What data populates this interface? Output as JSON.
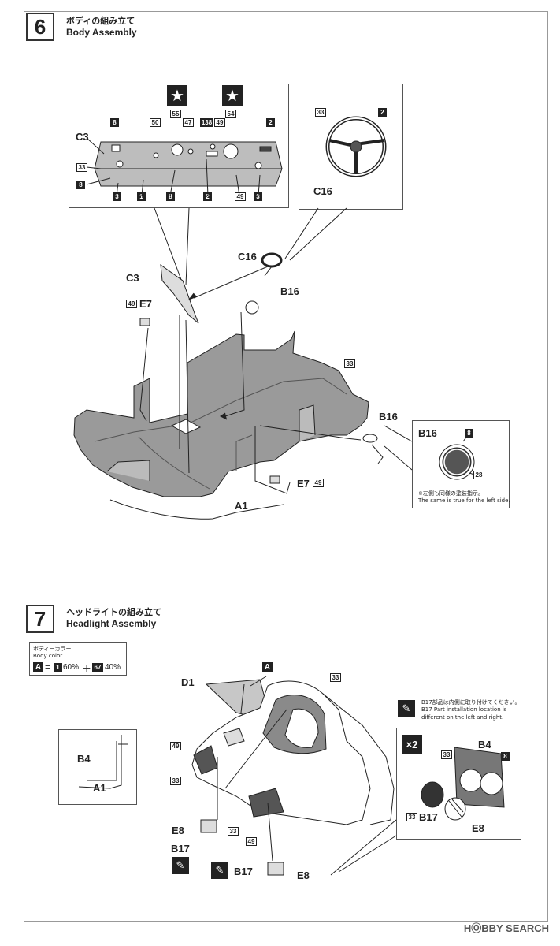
{
  "steps": {
    "body": {
      "num": "6",
      "title_jp": "ボディの組み立て",
      "title_en": "Body Assembly"
    },
    "headlight": {
      "num": "7",
      "title_jp": "ヘッドライトの組み立て",
      "title_en": "Headlight Assembly"
    }
  },
  "dashboard_box": {
    "top_labels": [
      "8",
      "50",
      "55",
      "47",
      "138",
      "49",
      "54",
      "2"
    ],
    "side_labels": [
      "C3",
      "33",
      "8"
    ],
    "bottom_labels": [
      "3",
      "1",
      "8",
      "2",
      "49",
      "3"
    ]
  },
  "wheel_box": {
    "paint_top_left": "33",
    "paint_top_right": "2",
    "label": "C16"
  },
  "main_labels": {
    "c16": "C16",
    "c3": "C3",
    "b16_top": "B16",
    "e7_left": "E7",
    "e7_left_num": "49",
    "floor_color": "33",
    "b16_right": "B16",
    "e7_right": "E7",
    "e7_right_num": "49",
    "a1": "A1"
  },
  "b16_box": {
    "label": "B16",
    "paint_a": "8",
    "paint_b": "28",
    "note_jp": "※左側も同様の塗装指示。",
    "note_en": "The same is true for the left side."
  },
  "body_color": {
    "title_jp": "ボディーカラー",
    "title_en": "Body color",
    "a": "A",
    "eq": "=",
    "n1": "1",
    "p1": "60%",
    "plus": "＋",
    "n2": "67",
    "p2": "40%"
  },
  "headlight_labels": {
    "d1": "D1",
    "a": "A",
    "c33_top": "33",
    "b4_detail": "B4",
    "a1_detail": "A1",
    "c49": "49",
    "c33_left": "33",
    "e8_left": "E8",
    "b17_left": "B17",
    "c33_mid": "33",
    "c49_mid": "49",
    "b17_mid": "B17",
    "e8_mid": "E8"
  },
  "b17_note": {
    "jp": "B17部品は内側に取り付けてください。",
    "en1": "B17 Part installation location is",
    "en2": "different on the left and right."
  },
  "x2_box": {
    "mult": "×2",
    "b4": "B4",
    "c33": "33",
    "c8": "8",
    "b17_num": "33",
    "b17": "B17",
    "e8": "E8"
  },
  "watermark": "HⓄBBY SEARCH",
  "icons": {
    "star": "star-icon",
    "brush": "paint-brush-icon"
  }
}
